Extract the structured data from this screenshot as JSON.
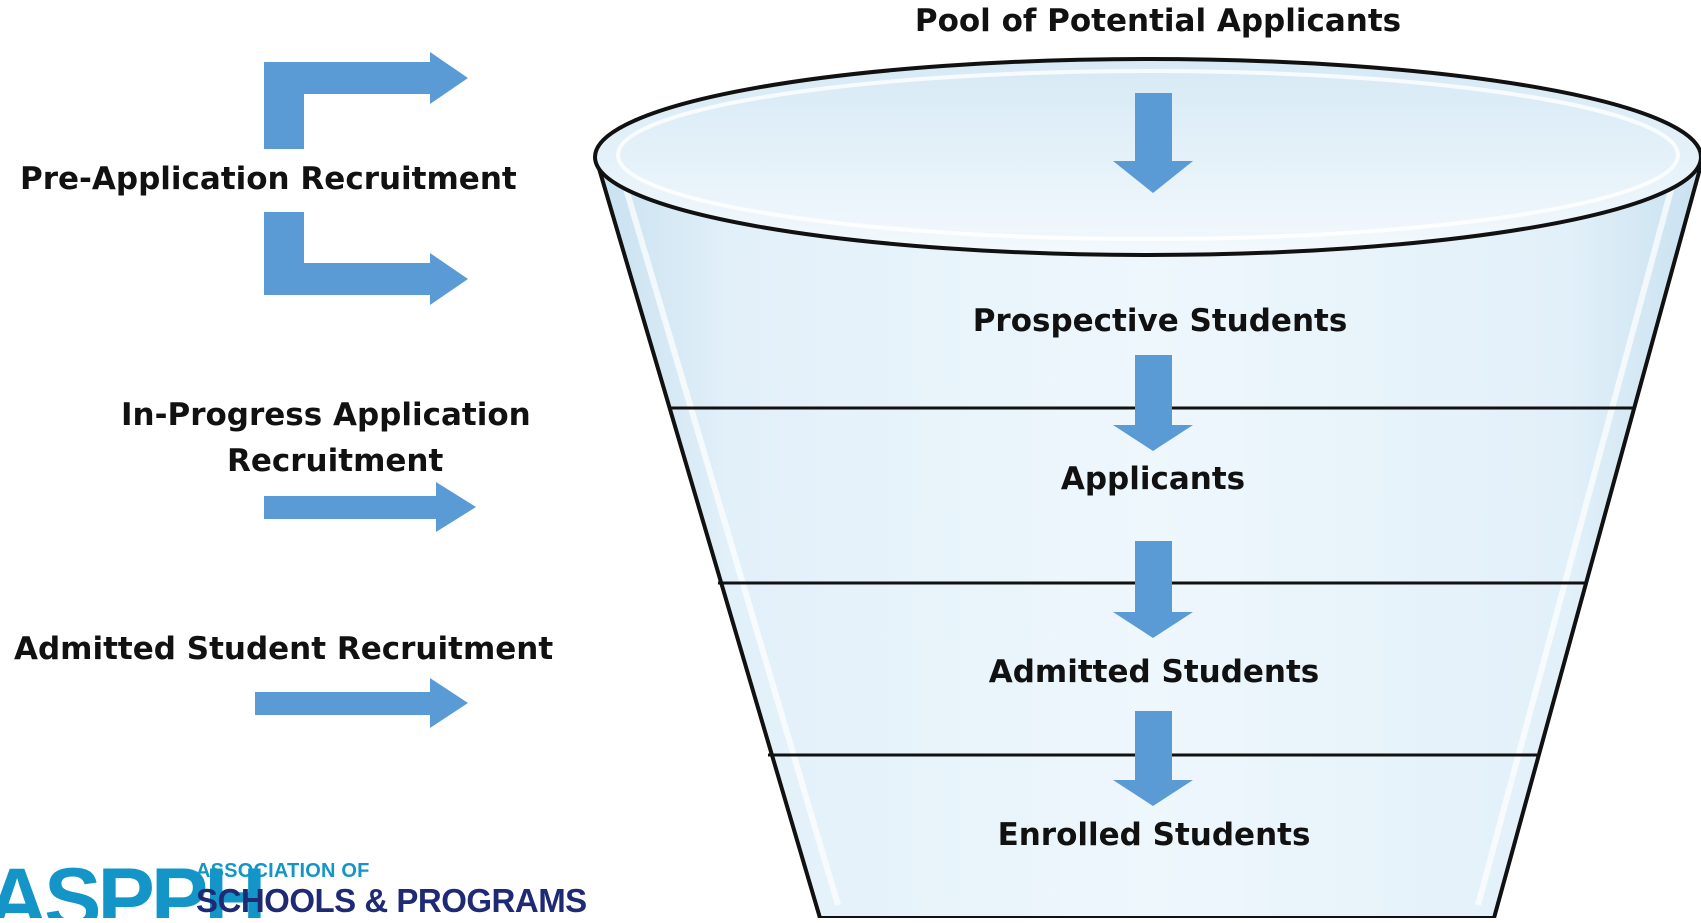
{
  "funnel": {
    "top_label": "Pool of Potential Applicants",
    "stages": [
      {
        "label": "Prospective Students"
      },
      {
        "label": "Applicants"
      },
      {
        "label": "Admitted Students"
      },
      {
        "label": "Enrolled Students"
      }
    ]
  },
  "recruitment": {
    "pre_application": "Pre-Application Recruitment",
    "in_progress_line1": "In-Progress Application",
    "in_progress_line2": "Recruitment",
    "admitted": "Admitted Student Recruitment"
  },
  "logo": {
    "mark": "ASPPH",
    "line1": "ASSOCIATION OF",
    "line2": "SCHOOLS & PROGRAMS"
  },
  "colors": {
    "arrow": "#5b9bd5",
    "funnel_fill": "#e7f3fa",
    "funnel_stroke": "#111111",
    "logo_accent": "#1396c7",
    "logo_dark": "#1f2a75"
  }
}
